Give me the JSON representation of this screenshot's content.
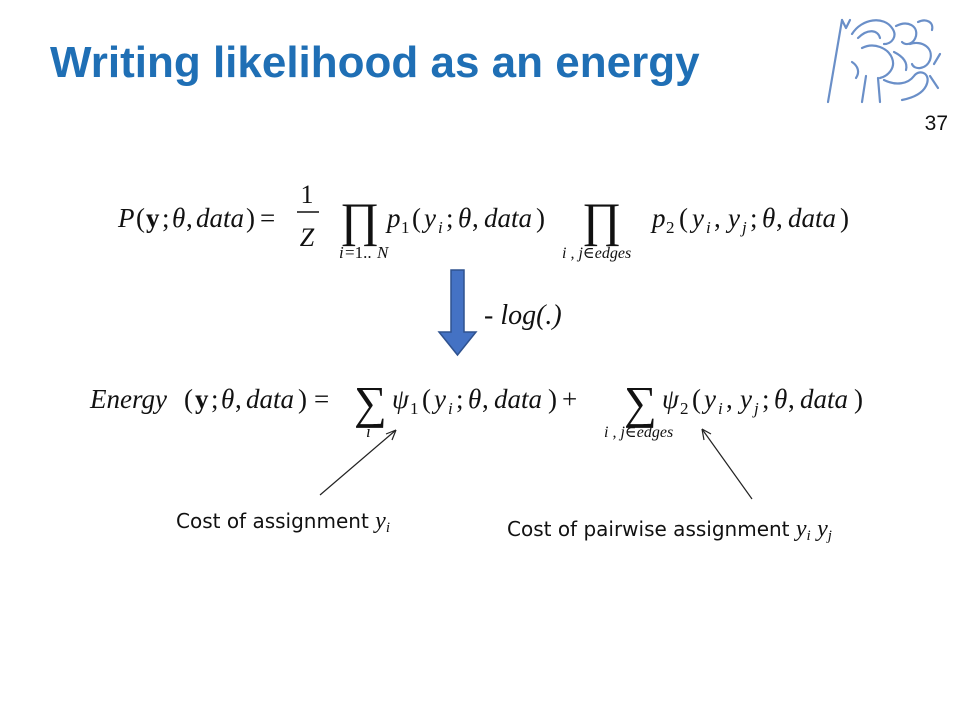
{
  "slide": {
    "title": "Writing likelihood as an energy",
    "page_number": "37"
  },
  "transform_label": "- log(.)",
  "captions": {
    "unary": {
      "text": "Cost of assignment",
      "var": "y",
      "sub": "i"
    },
    "pairwise": {
      "text": "Cost of pairwise assignment",
      "var1": "y",
      "sub1": "i",
      "var2": "y",
      "sub2": "j"
    }
  },
  "colors": {
    "title": "#1F6FB5",
    "arrow_fill": "#4472C4",
    "arrow_stroke": "#2F528F",
    "logo": "#6A8FC8"
  },
  "icons": {
    "logo": "university-lion-logo-icon",
    "arrow": "down-arrow-icon"
  }
}
